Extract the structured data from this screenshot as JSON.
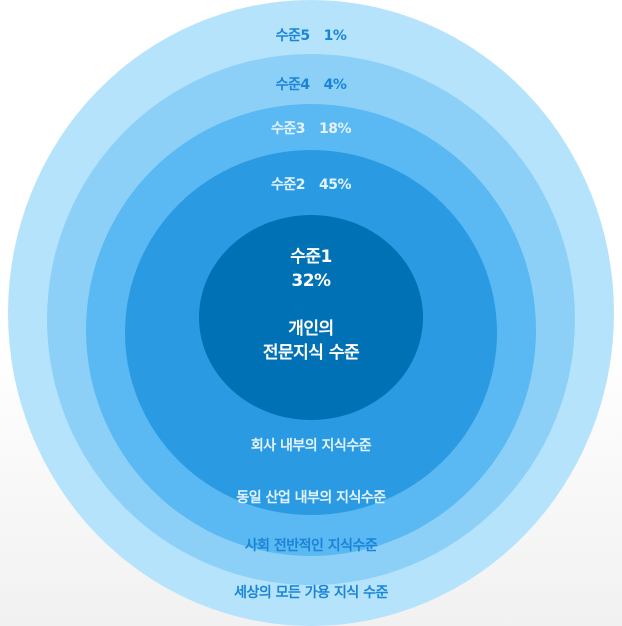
{
  "colors": {
    "ring_5": "#b5e3fc",
    "ring_4": "#8cd0f8",
    "ring_3": "#5ab8f2",
    "ring_2": "#2a9be2",
    "ring_1": "#0071b5",
    "label_blue": "#1a85d6",
    "label_light": "#e3f3fd"
  },
  "levels": [
    {
      "name": "수준5",
      "percent": "1%",
      "scope": "세상의 모든 가용 지식 수준"
    },
    {
      "name": "수준4",
      "percent": "4%",
      "scope": "사회 전반적인 지식수준"
    },
    {
      "name": "수준3",
      "percent": "18%",
      "scope": "동일 산업 내부의 지식수준"
    },
    {
      "name": "수준2",
      "percent": "45%",
      "scope": "회사 내부의 지식수준"
    }
  ],
  "core": {
    "name": "수준1",
    "percent": "32%",
    "desc_line1": "개인의",
    "desc_line2": "전문지식 수준"
  }
}
